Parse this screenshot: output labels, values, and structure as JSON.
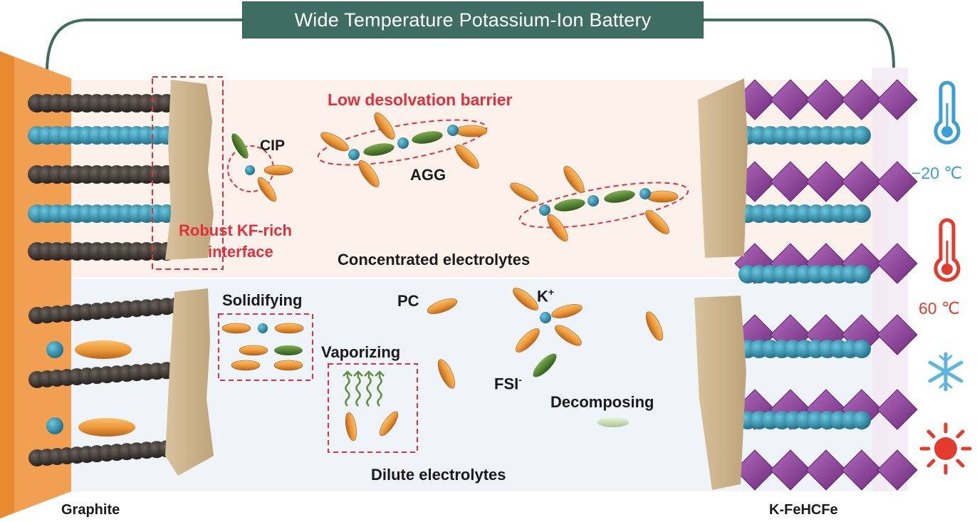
{
  "title": "Wide Temperature Potassium-Ion Battery",
  "colors": {
    "title_bg": "#3d6e61",
    "wire": "#3d6e61",
    "highlight_red": "#e0303a",
    "concentrated_bg": "#fdf1ec",
    "dilute_bg": "#eef4f8",
    "current_collector": "#f0a050",
    "sei_layer": "#cdb48e",
    "graphite_atoms": "#3a332e",
    "potassium_ion": "#2e8aa6",
    "solvent_pc": "#ee9a3a",
    "anion_fsi": "#4d7a2e",
    "decomposed": "#c9dcb5",
    "cathode_octahedra": "#8a3d94",
    "cold": "#3a9fd6",
    "hot": "#e53a2e"
  },
  "electrodes": {
    "anode_label": "Graphite",
    "cathode_label": "K-FeHCFe"
  },
  "concentrated": {
    "section_label": "Concentrated electrolytes",
    "headline": "Low desolvation barrier",
    "interface_label_line1": "Robust KF-rich",
    "interface_label_line2": "interface",
    "cip_label": "CIP",
    "agg_label": "AGG"
  },
  "dilute": {
    "section_label": "Dilute electrolytes",
    "solidifying_label": "Solidifying",
    "vaporizing_label": "Vaporizing",
    "pc_label": "PC",
    "k_label": "K",
    "k_charge": "+",
    "fsi_label": "FSI",
    "fsi_charge": "-",
    "decomposing_label": "Decomposing"
  },
  "temperature_panel": {
    "low_temp": "−20 ℃",
    "high_temp": "60 ℃",
    "icons": [
      "thermometer-cold-icon",
      "thermometer-hot-icon",
      "snowflake-icon",
      "sun-icon"
    ]
  }
}
